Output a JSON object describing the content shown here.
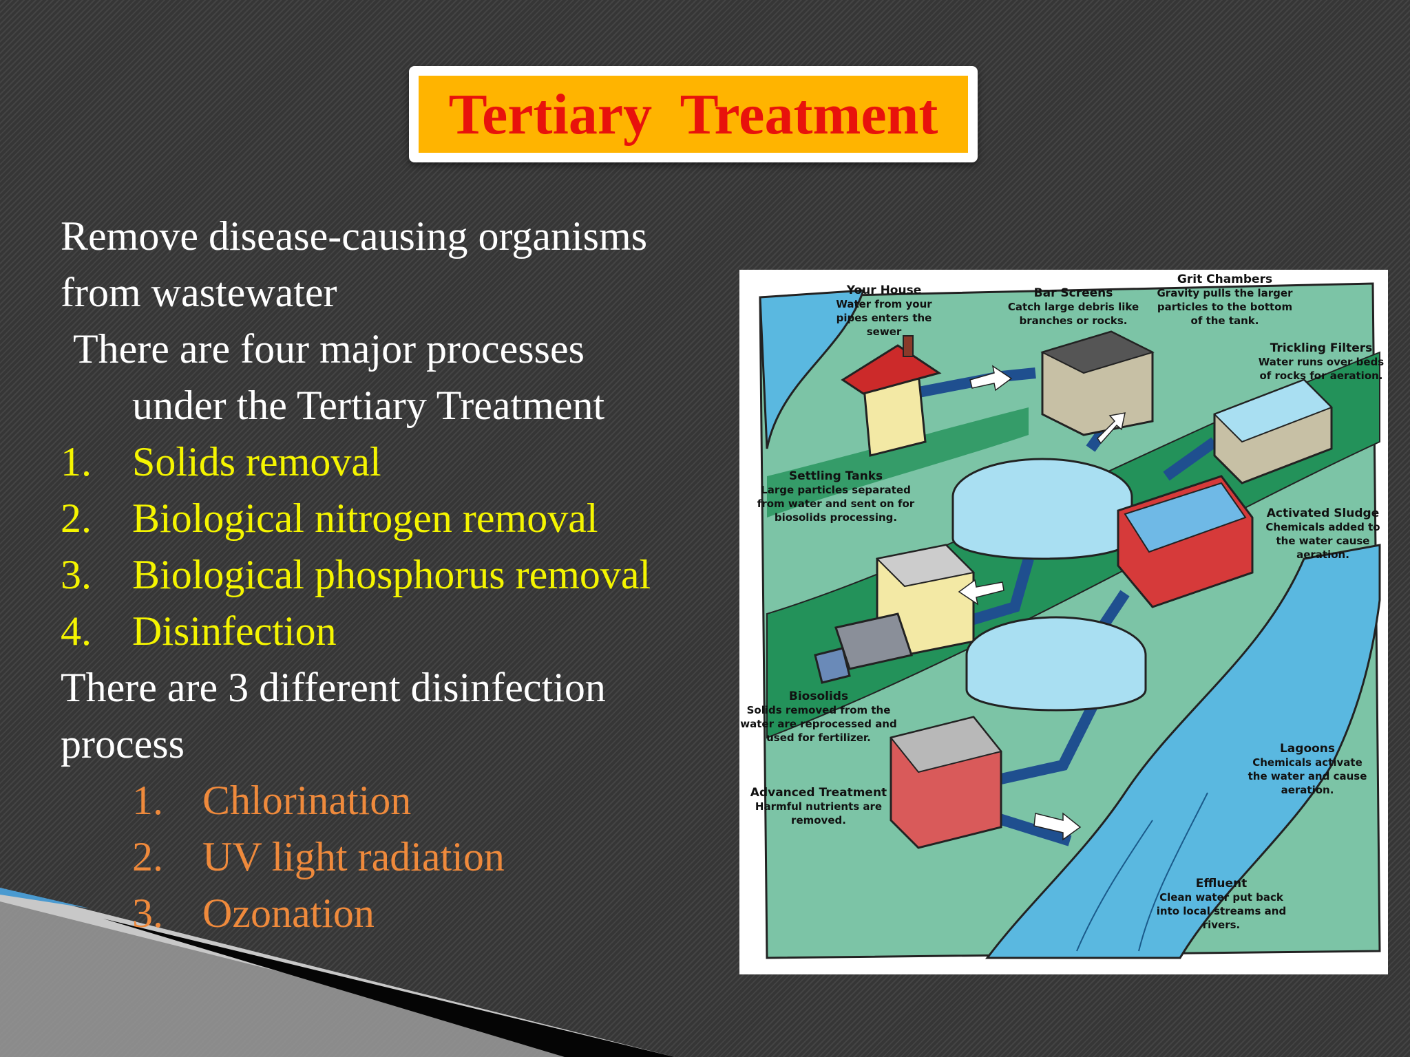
{
  "slide": {
    "title": "Tertiary  Treatment",
    "intro_lines": [
      "Remove disease-causing organisms",
      "from wastewater",
      "There are four major processes",
      "under the Tertiary Treatment"
    ],
    "processes": [
      {
        "num": "1.",
        "label": "Solids removal"
      },
      {
        "num": "2.",
        "label": "Biological nitrogen removal"
      },
      {
        "num": "3.",
        "label": "Biological phosphorus removal"
      },
      {
        "num": "4.",
        "label": "Disinfection"
      }
    ],
    "disinfection_lines": [
      "There are 3 different disinfection",
      "process"
    ],
    "disinfection_methods": [
      {
        "num": "1.",
        "label": "Chlorination"
      },
      {
        "num": "2.",
        "label": "UV light radiation"
      },
      {
        "num": "3.",
        "label": "Ozonation"
      }
    ]
  },
  "diagram": {
    "labels": {
      "house": {
        "title": "Your House",
        "text": "Water from your pipes enters the sewer"
      },
      "bar_screens": {
        "title": "Bar Screens",
        "text": "Catch large debris like branches or rocks."
      },
      "grit": {
        "title": "Grit Chambers",
        "text": "Gravity pulls the larger particles to the bottom of the tank."
      },
      "trickling": {
        "title": "Trickling Filters",
        "text": "Water runs over beds of rocks for aeration."
      },
      "settling": {
        "title": "Settling Tanks",
        "text": "Large particles separated from water and sent on for biosolids processing."
      },
      "sludge": {
        "title": "Activated Sludge",
        "text": "Chemicals added to the water cause aeration."
      },
      "biosolids": {
        "title": "Biosolids",
        "text": "Solids removed from the water are reprocessed and used for fertilizer."
      },
      "lagoons": {
        "title": "Lagoons",
        "text": "Chemicals activate the water and cause aeration."
      },
      "advanced": {
        "title": "Advanced Treatment",
        "text": "Harmful nutrients are removed."
      },
      "effluent": {
        "title": "Effluent",
        "text": "Clean water put back into local streams and rivers."
      }
    }
  },
  "colors": {
    "title_red": "#e8120c",
    "title_box": "#ffb400",
    "process_yellow": "#f5f500",
    "method_orange": "#ef8a3c",
    "diagram_green": "#7cc4a6",
    "diagram_blue": "#5ab8e0"
  }
}
